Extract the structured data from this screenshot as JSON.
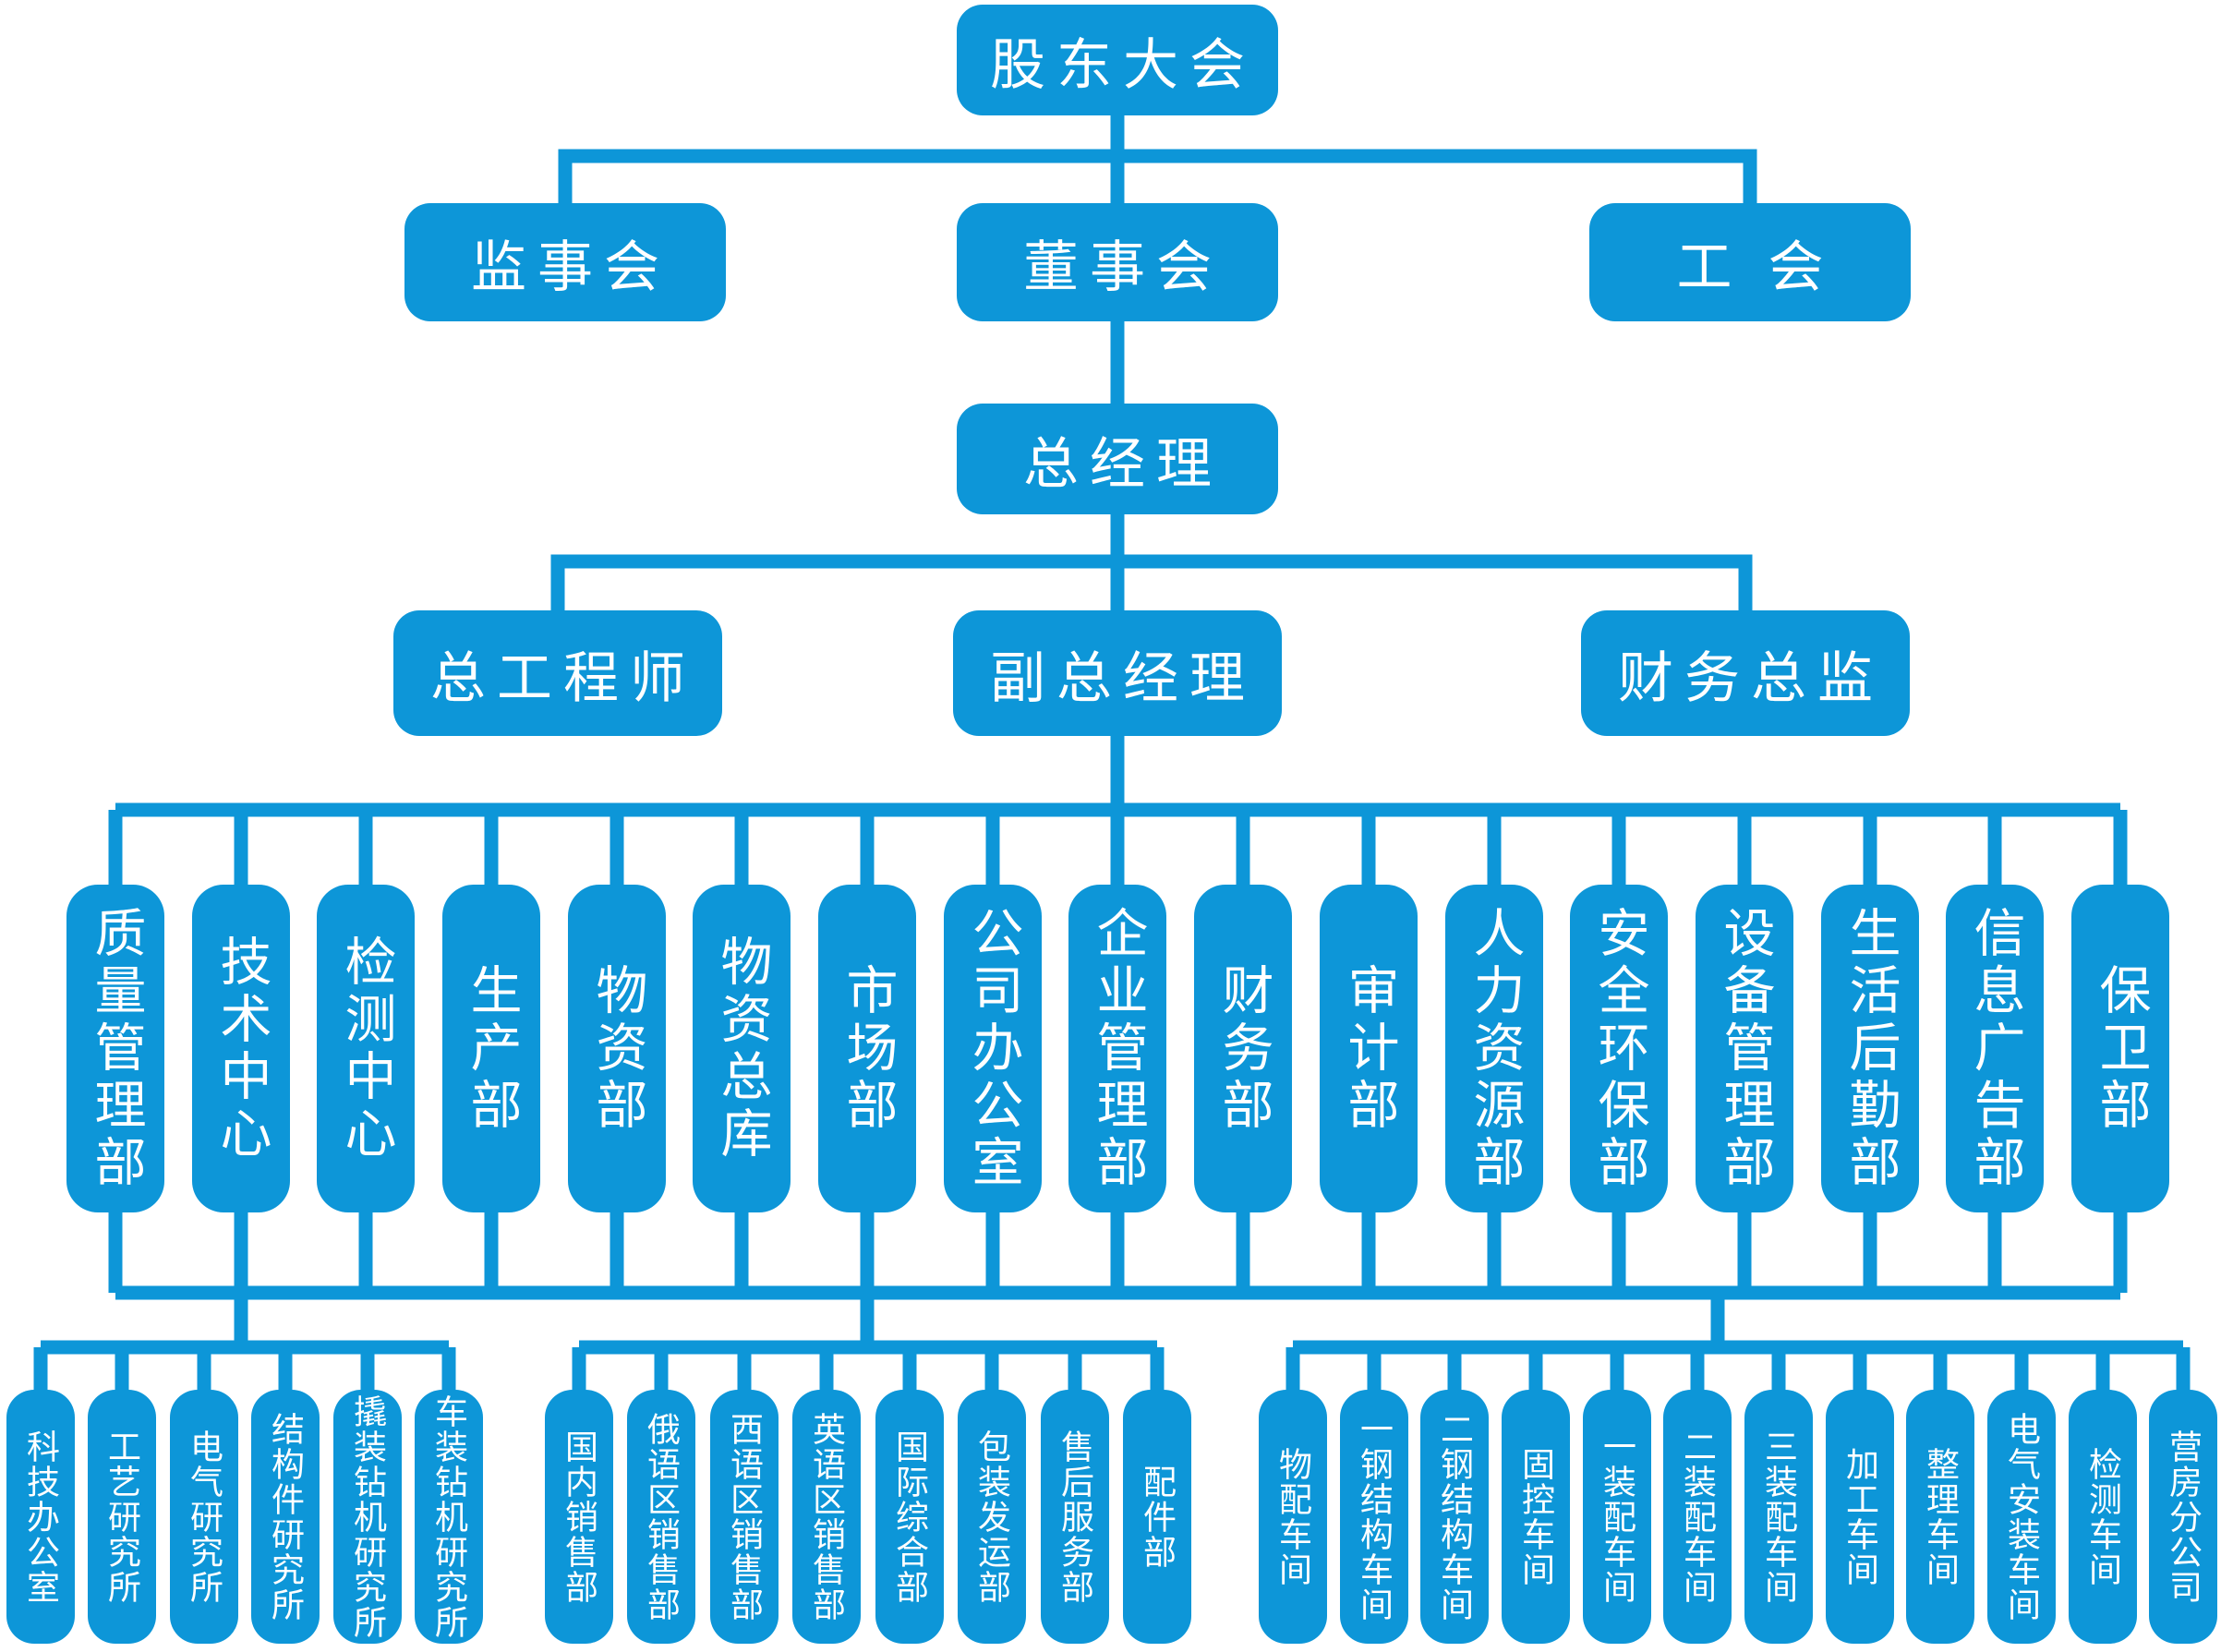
{
  "colors": {
    "node_fill": "#0D96D8",
    "connector": "#0D96D8",
    "node_text": "#FFFFFF",
    "background": "#FFFFFF"
  },
  "org": {
    "level1": {
      "label": "股东大会"
    },
    "level2": [
      "监事会",
      "董事会",
      "工  会"
    ],
    "level3": {
      "label": "总经理"
    },
    "level4": [
      "总工程师",
      "副总经理",
      "财务总监"
    ],
    "level5": [
      "质量管理部",
      "技术中心",
      "检测中心",
      "生产部",
      "物资部",
      "物资总库",
      "市场部",
      "公司办公室",
      "企业管理部",
      "财务部",
      "审计部",
      "人力资源部",
      "安全环保部",
      "设备管理部",
      "生活后勤部",
      "信息广告部",
      "保卫部"
    ],
    "tech_center_children": [
      "科技办公室",
      "工艺研究所",
      "电气研究所",
      "结构件研究所",
      "撬装钻机研究所",
      "车装钻机研究所"
    ],
    "marketing_children": [
      "国内销售部",
      "俄语区销售部",
      "西语区销售部",
      "英语区销售部",
      "国际综合部",
      "包装发运部",
      "售后服务部",
      "配件部"
    ],
    "workshop_group": [
      "物配车间",
      "一钢结构车间",
      "二钢结构车间",
      "固控车间",
      "一装配车间",
      "二装配车间",
      "三装配车间",
      "加工车间",
      "整理车间",
      "电气安装车间",
      "检测车间",
      "营房分公司"
    ]
  }
}
